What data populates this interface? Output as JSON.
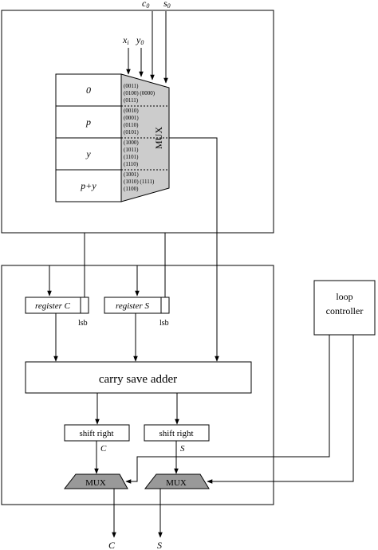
{
  "inputs": {
    "c0": "c",
    "c0_sub": "0",
    "s0": "s",
    "s0_sub": "0",
    "xi": "x",
    "xi_sub": "i",
    "y0": "y",
    "y0_sub": "0"
  },
  "table": {
    "rows": [
      "0",
      "p",
      "y",
      "p+y"
    ],
    "codes": [
      [
        "(0011)",
        "(0100)  (0000)",
        "(0111)"
      ],
      [
        "(0010)",
        "(0001)",
        "(0110)",
        "(0101)"
      ],
      [
        "(1000)",
        "(1011)",
        "(1101)",
        "(1110)"
      ],
      [
        "(1001)",
        "(1010)  (1111)",
        "(1100)"
      ]
    ]
  },
  "mux_top_label": "MUX",
  "registers": {
    "c_label": "register C",
    "s_label": "register S",
    "lsb": "lsb"
  },
  "adder_label": "carry save adder",
  "shift_label": "shift right",
  "shift_c_out": "C",
  "shift_s_out": "S",
  "mux_bottom_label": "MUX",
  "outputs": {
    "c": "C",
    "s": "S"
  },
  "controller": {
    "line1": "loop",
    "line2": "controller"
  },
  "colors": {
    "line": "#000000",
    "mux_fill": "#cccccc",
    "bottom_mux_fill": "#999999"
  }
}
